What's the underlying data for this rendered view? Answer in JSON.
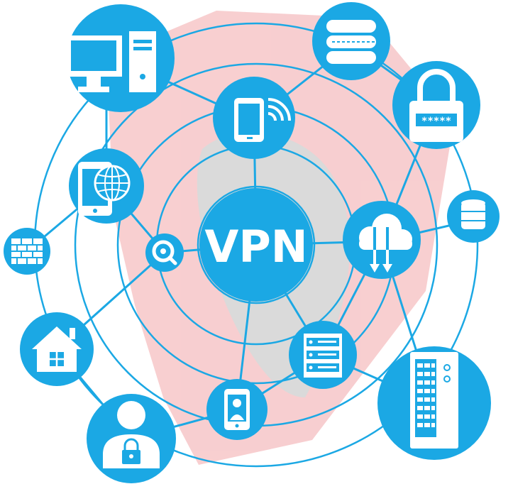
{
  "hub": {
    "label": "VPN"
  },
  "palette": {
    "primary": "#1ba8e4",
    "icon": "#ffffff",
    "background": "#ffffff",
    "watermark_red": "#f2a7aa",
    "watermark_grey": "#bcbcbc"
  },
  "nodes": [
    {
      "id": "desktop-computer",
      "icon": "desktop-computer-icon"
    },
    {
      "id": "smartphone-wifi",
      "icon": "smartphone-wifi-icon"
    },
    {
      "id": "data-tunnel",
      "icon": "tunnel-icon"
    },
    {
      "id": "password-lock",
      "icon": "password-lock-icon",
      "text": "*****"
    },
    {
      "id": "database",
      "icon": "database-icon"
    },
    {
      "id": "cloud-transfer",
      "icon": "cloud-transfer-icon"
    },
    {
      "id": "server-rack-large",
      "icon": "server-rack-icon"
    },
    {
      "id": "server-small",
      "icon": "server-icon"
    },
    {
      "id": "mobile-user",
      "icon": "mobile-user-icon"
    },
    {
      "id": "secure-user",
      "icon": "user-lock-icon"
    },
    {
      "id": "home",
      "icon": "home-icon"
    },
    {
      "id": "firewall",
      "icon": "firewall-icon"
    },
    {
      "id": "mobile-globe",
      "icon": "mobile-globe-icon"
    },
    {
      "id": "search",
      "icon": "search-icon"
    }
  ]
}
